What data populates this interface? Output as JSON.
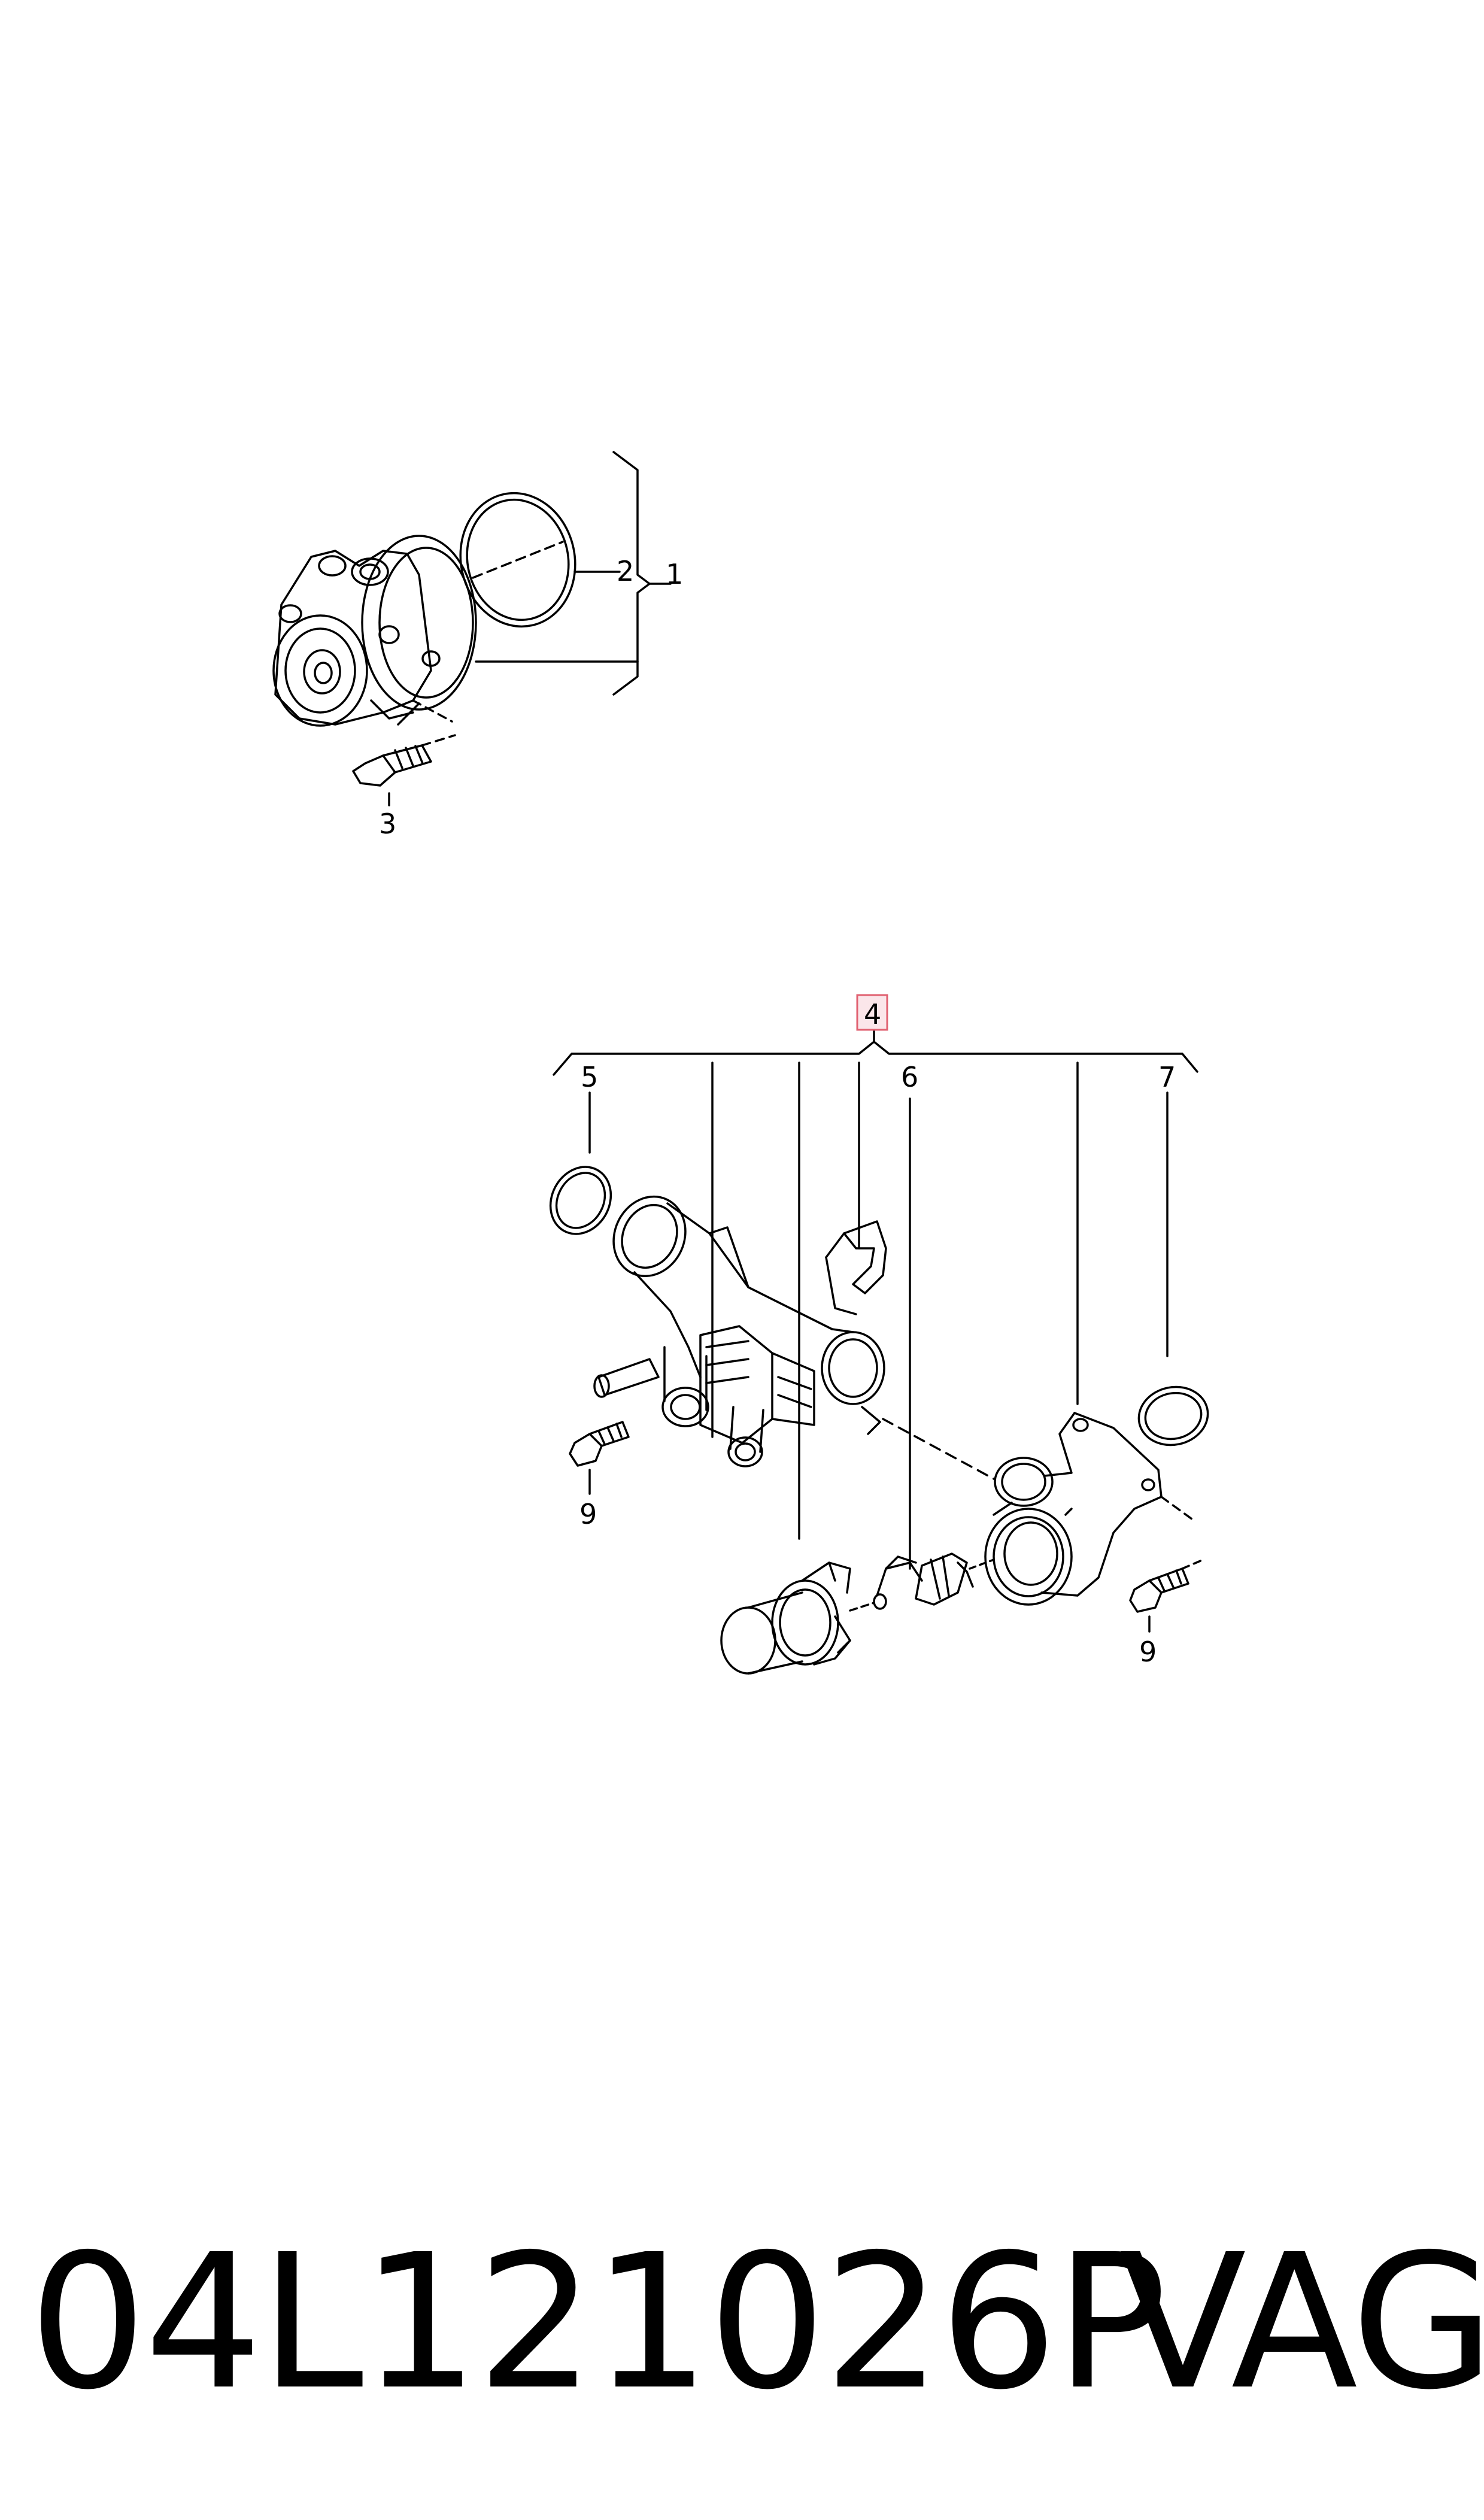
{
  "callouts": {
    "c1": "1",
    "c2": "2",
    "c3": "3",
    "c4": "4",
    "c5": "5",
    "c6": "6",
    "c7": "7",
    "c9a": "9",
    "c9b": "9"
  },
  "footer": {
    "part_number": "04L121026P",
    "brand": "VAG"
  },
  "colors": {
    "highlight_box": "#e06070",
    "highlight_fill": "#fbe6ea",
    "line": "#000000"
  }
}
